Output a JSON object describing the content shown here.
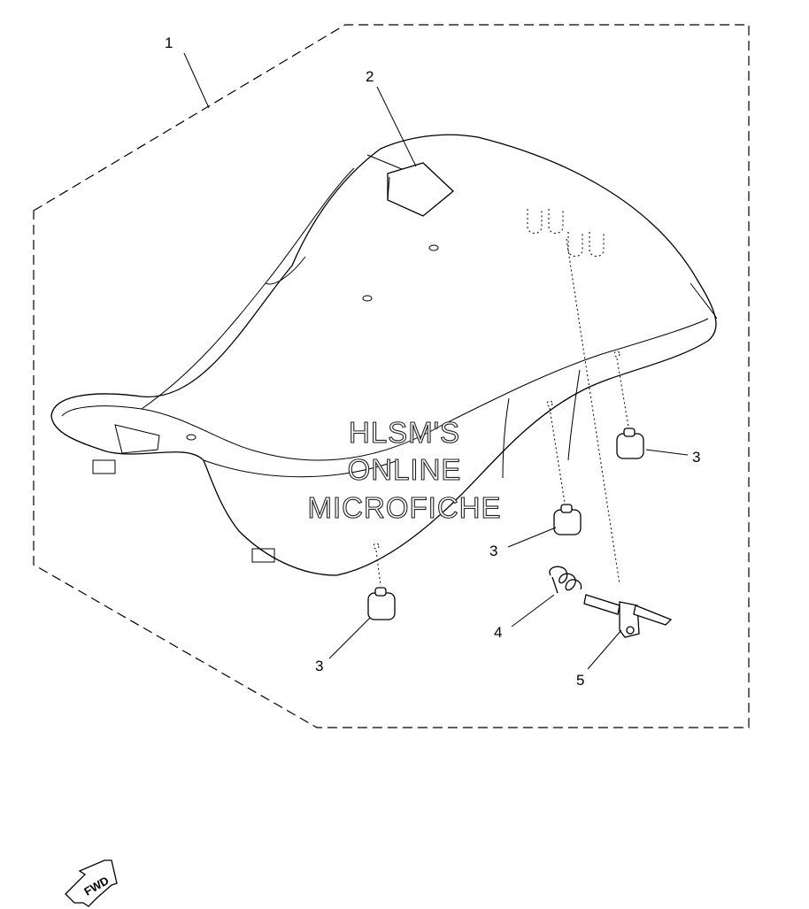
{
  "callouts": {
    "c1": "1",
    "c2": "2",
    "c3a": "3",
    "c3b": "3",
    "c3c": "3",
    "c4": "4",
    "c5": "5"
  },
  "watermark": {
    "line1": "HLSM'S",
    "line2": "ONLINE",
    "line3": "MICROFICHE"
  },
  "fwd_label": "FWD"
}
